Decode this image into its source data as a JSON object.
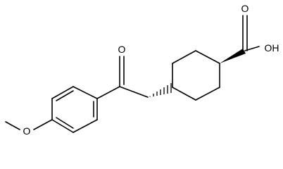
{
  "molecule": {
    "atoms": {
      "oxygen_carbonyl_ketone": "O",
      "oxygen_acid_carbonyl": "O",
      "acid_hydroxyl": "OH",
      "oxygen_methoxy": "O"
    },
    "colors": {
      "bond": "#000000",
      "label": "#000000",
      "background": "#ffffff"
    }
  }
}
